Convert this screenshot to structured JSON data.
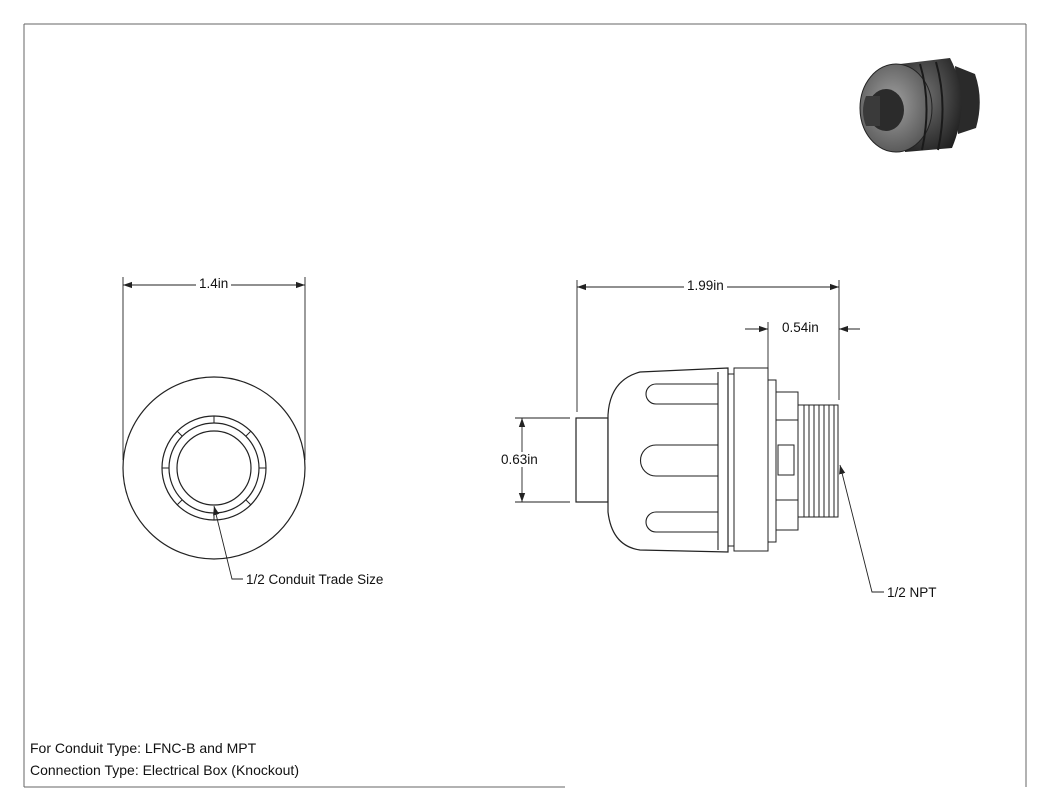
{
  "dimensions": {
    "front_width": "1.4in",
    "overall_length": "1.99in",
    "thread_length": "0.54in",
    "stub_height": "0.63in"
  },
  "callouts": {
    "trade_size": "1/2 Conduit Trade Size",
    "thread": "1/2 NPT"
  },
  "notes": {
    "conduit_type": "For Conduit Type: LFNC-B and MPT",
    "connection_type": "Connection Type: Electrical Box (Knockout)"
  },
  "colors": {
    "line": "#222222",
    "border": "#555555",
    "iso_body": "#3a3a3a",
    "iso_face": "#8a8a8a"
  }
}
